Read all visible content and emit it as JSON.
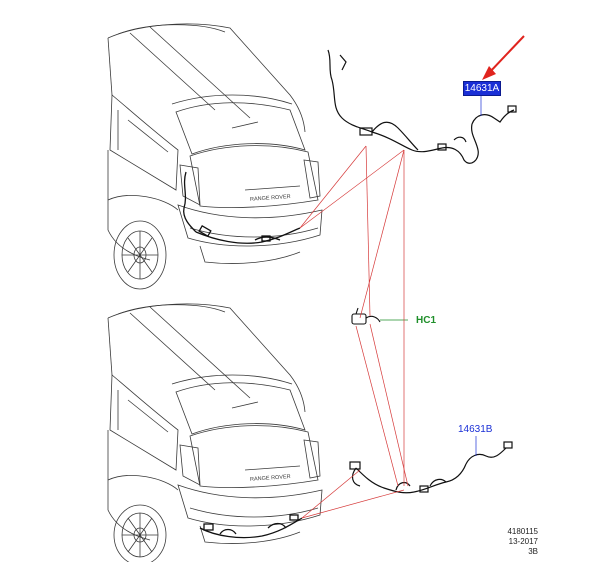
{
  "callouts": {
    "harness_a": "14631A",
    "harness_b": "14631B",
    "connector": "HC1"
  },
  "badge": {
    "vehicle_text": "RANGE ROVER"
  },
  "reference": {
    "code": "4180115",
    "date": "13-2017",
    "rev": "3B"
  },
  "colors": {
    "callout_blue": "#1a2fd6",
    "connector_green": "#1f8f2a",
    "leader_red": "#d63a3a",
    "arrow_red": "#e0241e",
    "line_gray": "#3a3a3a"
  }
}
